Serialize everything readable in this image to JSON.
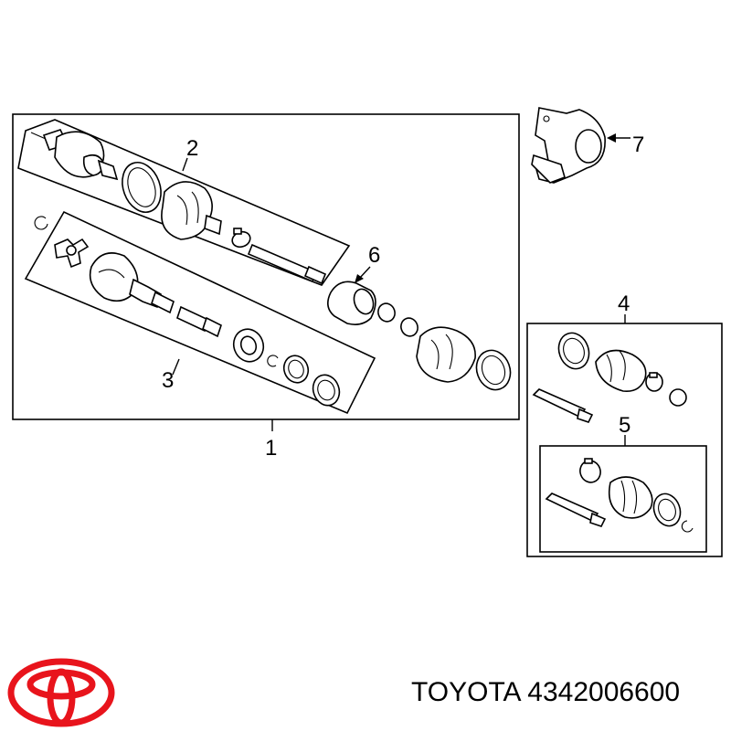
{
  "callouts": {
    "c1": "1",
    "c2": "2",
    "c3": "3",
    "c4": "4",
    "c5": "5",
    "c6": "6",
    "c7": "7"
  },
  "caption": {
    "brand": "TOYOTA",
    "part_number": "4342006600"
  },
  "logo": {
    "name": "toyota-logo-icon",
    "color": "#e8141c"
  },
  "colors": {
    "line": "#000000",
    "background": "#ffffff"
  }
}
